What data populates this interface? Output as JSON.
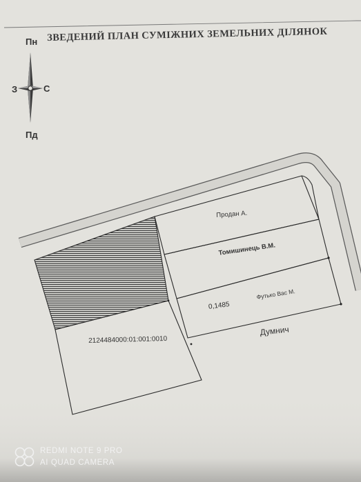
{
  "document": {
    "title": "ЗВЕДЕНИЙ ПЛАН СУМІЖНИХ ЗЕМЕЛЬНИХ ДІЛЯНОК",
    "compass": {
      "north": "Пн",
      "south": "Пд",
      "west": "З",
      "east": "С"
    },
    "parcels": [
      {
        "owner": "Продан А."
      },
      {
        "owner": "Томишинець В.М."
      },
      {
        "owner": "Футько Вас М.",
        "area": "0,1485"
      }
    ],
    "subject_parcel": {
      "cadastral_number": "2124484000:01:001:0010"
    },
    "street": "Думнич"
  },
  "camera_watermark": {
    "model": "REDMI NOTE 9 PRO",
    "camera": "AI QUAD CAMERA"
  },
  "colors": {
    "paper": "#e4e3de",
    "paper_shadow": "#b7b8b6",
    "ink": "#2a2a2a",
    "hatch": "#3b3b3b",
    "road_fill": "#cfcfcc",
    "background": "#5b5f62"
  }
}
